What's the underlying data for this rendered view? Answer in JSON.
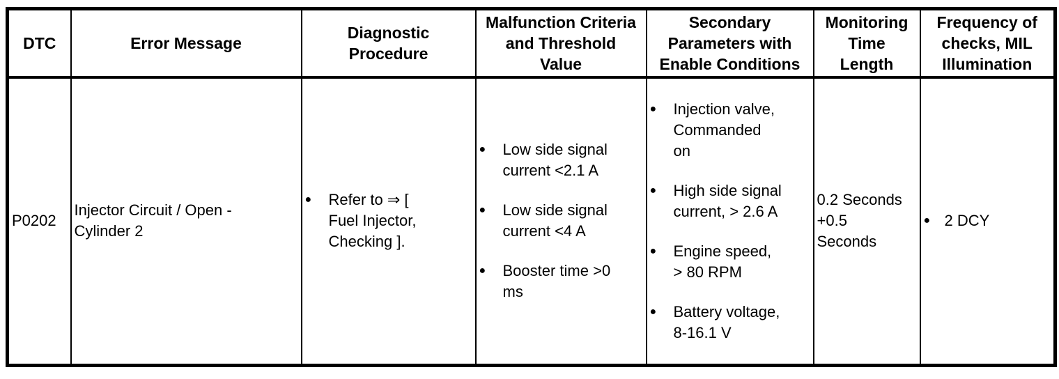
{
  "table": {
    "headers": [
      "DTC",
      "Error Message",
      "Diagnostic\nProcedure",
      "Malfunction Criteria\nand Threshold\nValue",
      "Secondary\nParameters with\nEnable Conditions",
      "Monitoring\nTime\nLength",
      "Frequency of\nchecks, MIL\nIllumination"
    ],
    "row": {
      "dtc": "P0202",
      "error_message": "Injector Circuit / Open -\nCylinder 2",
      "diagnostic_procedure": [
        "Refer to ⇒ [\nFuel Injector,\nChecking ]."
      ],
      "malfunction_criteria": [
        "Low side signal\ncurrent <2.1 A",
        "Low side signal\ncurrent <4 A",
        "Booster time >0\nms"
      ],
      "secondary_parameters": [
        "Injection valve,\nCommanded\non",
        "High side signal\ncurrent, > 2.6 A",
        "Engine speed,\n> 80 RPM",
        "Battery voltage,\n8-16.1 V"
      ],
      "monitoring_time": "0.2 Seconds\n+0.5\nSeconds",
      "frequency_of_checks": [
        "2 DCY"
      ]
    },
    "bullet_glyph": "●",
    "colors": {
      "text": "#000000",
      "border": "#000000",
      "background": "#ffffff"
    }
  }
}
